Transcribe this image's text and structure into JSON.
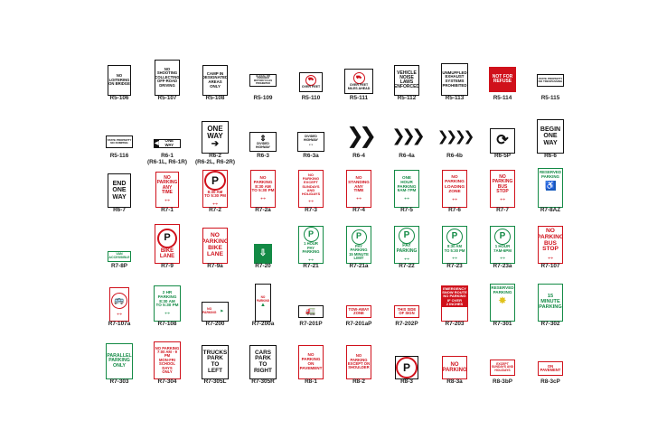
{
  "rows": [
    [
      {
        "code": "R5-106",
        "lines": "NO\nLOITERING\nON BRIDGE"
      },
      {
        "code": "R5-107",
        "lines": "NO\nSHOOTING\nCOLLECTING\nOFF-ROAD\nDRIVING"
      },
      {
        "code": "R5-108",
        "lines": "CAMP IN\nDESIGNATED\nAREAS\nONLY"
      },
      {
        "code": "R5-109",
        "lines": "ILLEGAL OR UNSIGNED\nMOTORCYCLES\nPROHIBITED"
      },
      {
        "code": "R5-110",
        "lines": "OVER FEET"
      },
      {
        "code": "R5-111",
        "lines": "OVER FEET\nMILES AHEAD"
      },
      {
        "code": "R5-112",
        "lines": "VEHICLE\nNOISE\nLAWS\nENFORCED"
      },
      {
        "code": "R5-113",
        "lines": "UNMUFFLED\nEXHAUST\nSYSTEMS\nPROHIBITED"
      },
      {
        "code": "R5-114",
        "lines": "NOT FOR\nREFUSE"
      },
      {
        "code": "R5-115",
        "lines": "STATE PROPERTY\nNO TRESPASSING"
      }
    ],
    [
      {
        "code": "R5-116",
        "lines": "STATE PROPERTY\nNO DUMPING"
      },
      {
        "code": "R6-1\n(R6-1L, R6-1R)",
        "lines": "ONE WAY"
      },
      {
        "code": "R6-2\n(R6-2L, R6-2R)",
        "lines": "ONE\nWAY"
      },
      {
        "code": "R6-3",
        "lines": "DIVIDED\nHIGHWAY"
      },
      {
        "code": "R6-3a",
        "lines": "DIVIDED\nHIGHWAY"
      },
      {
        "code": "R6-4",
        "lines": ""
      },
      {
        "code": "R6-4a",
        "lines": ""
      },
      {
        "code": "R6-4b",
        "lines": ""
      },
      {
        "code": "R6-5P",
        "lines": ""
      },
      {
        "code": "R6-6",
        "lines": "BEGIN\nONE\nWAY"
      }
    ],
    [
      {
        "code": "R6-7",
        "lines": "END\nONE\nWAY"
      },
      {
        "code": "R7-1",
        "lines": "NO\nPARKING\nANY\nTIME"
      },
      {
        "code": "R7-2",
        "lines": "8:30 AM\nTO 5:30 PM"
      },
      {
        "code": "R7-2a",
        "lines": "NO\nPARKING\n8:30 AM\nTO 5:30 PM"
      },
      {
        "code": "R7-3",
        "lines": "NO\nPARKING\nEXCEPT\nSUNDAYS AND\nHOLIDAYS"
      },
      {
        "code": "R7-4",
        "lines": "NO\nSTANDING\nANY\nTIME"
      },
      {
        "code": "R7-5",
        "lines": "ONE\nHOUR\nPARKING\n9AM-7PM"
      },
      {
        "code": "R7-6",
        "lines": "NO\nPARKING\nLOADING\nZONE"
      },
      {
        "code": "R7-7",
        "lines": "NO\nPARKING\nBUS\nSTOP"
      },
      {
        "code": "R7-8AZ",
        "lines": "RESERVED\nPARKING"
      }
    ],
    [
      {
        "code": "R7-8P",
        "lines": "VAN\nACCESSIBLE"
      },
      {
        "code": "R7-9",
        "lines": "BIKE\nLANE"
      },
      {
        "code": "R7-9a",
        "lines": "NO PARKING\nBIKE\nLANE"
      },
      {
        "code": "R7-20",
        "lines": ""
      },
      {
        "code": "R7-21",
        "lines": "1 HOUR\nPAY\nPARKING"
      },
      {
        "code": "R7-21a",
        "lines": "PAY\nPARKING\n15 MINUTE\nLIMIT"
      },
      {
        "code": "R7-22",
        "lines": "PAY\nPARKING"
      },
      {
        "code": "R7-23",
        "lines": "8:30 AM\nTO 5:30 PM"
      },
      {
        "code": "R7-23a",
        "lines": "1 HOUR\n7AM-6PM"
      },
      {
        "code": "R7-107",
        "lines": "NO PARKING\nBUS\nSTOP"
      }
    ],
    [
      {
        "code": "R7-107a",
        "lines": ""
      },
      {
        "code": "R7-108",
        "lines": "2 HR\nPARKING\n8:30 AM\nTO 5:30 PM"
      },
      {
        "code": "R7-200",
        "lines": "NO\nPARKING"
      },
      {
        "code": "R7-200a",
        "lines": "NO\nPARKING"
      },
      {
        "code": "R7-201P",
        "lines": ""
      },
      {
        "code": "R7-201aP",
        "lines": "TOW-AWAY\nZONE"
      },
      {
        "code": "R7-202P",
        "lines": "THIS SIDE\nOF SIGN"
      },
      {
        "code": "R7-203",
        "lines": "EMERGENCY\nSNOW ROUTE\nNO PARKING\nIF OVER\n2 INCHES"
      },
      {
        "code": "R7-301",
        "lines": "RESERVED\nPARKING"
      },
      {
        "code": "R7-302",
        "lines": "15\nMINUTE\nPARKING"
      }
    ],
    [
      {
        "code": "R7-303",
        "lines": "PARALLEL\nPARKING\nONLY"
      },
      {
        "code": "R7-304",
        "lines": "NO PARKING\n7:00 AM - 9 PM\nMON-FRI\nSCHOOL DAYS\nONLY"
      },
      {
        "code": "R7-305L",
        "lines": "TRUCKS\nPARK\nTO\nLEFT"
      },
      {
        "code": "R7-305R",
        "lines": "CARS\nPARK\nTO\nRIGHT"
      },
      {
        "code": "R8-1",
        "lines": "NO\nPARKING\nON\nPAVEMENT"
      },
      {
        "code": "R8-2",
        "lines": "NO\nPARKING\nEXCEPT ON\nSHOULDER"
      },
      {
        "code": "R8-3",
        "lines": ""
      },
      {
        "code": "R8-3a",
        "lines": "NO\nPARKING"
      },
      {
        "code": "R8-3bP",
        "lines": "EXCEPT\nSUNDAYS AND\nHOLIDAYS"
      },
      {
        "code": "R8-3cP",
        "lines": "ON\nPAVEMENT"
      }
    ]
  ]
}
